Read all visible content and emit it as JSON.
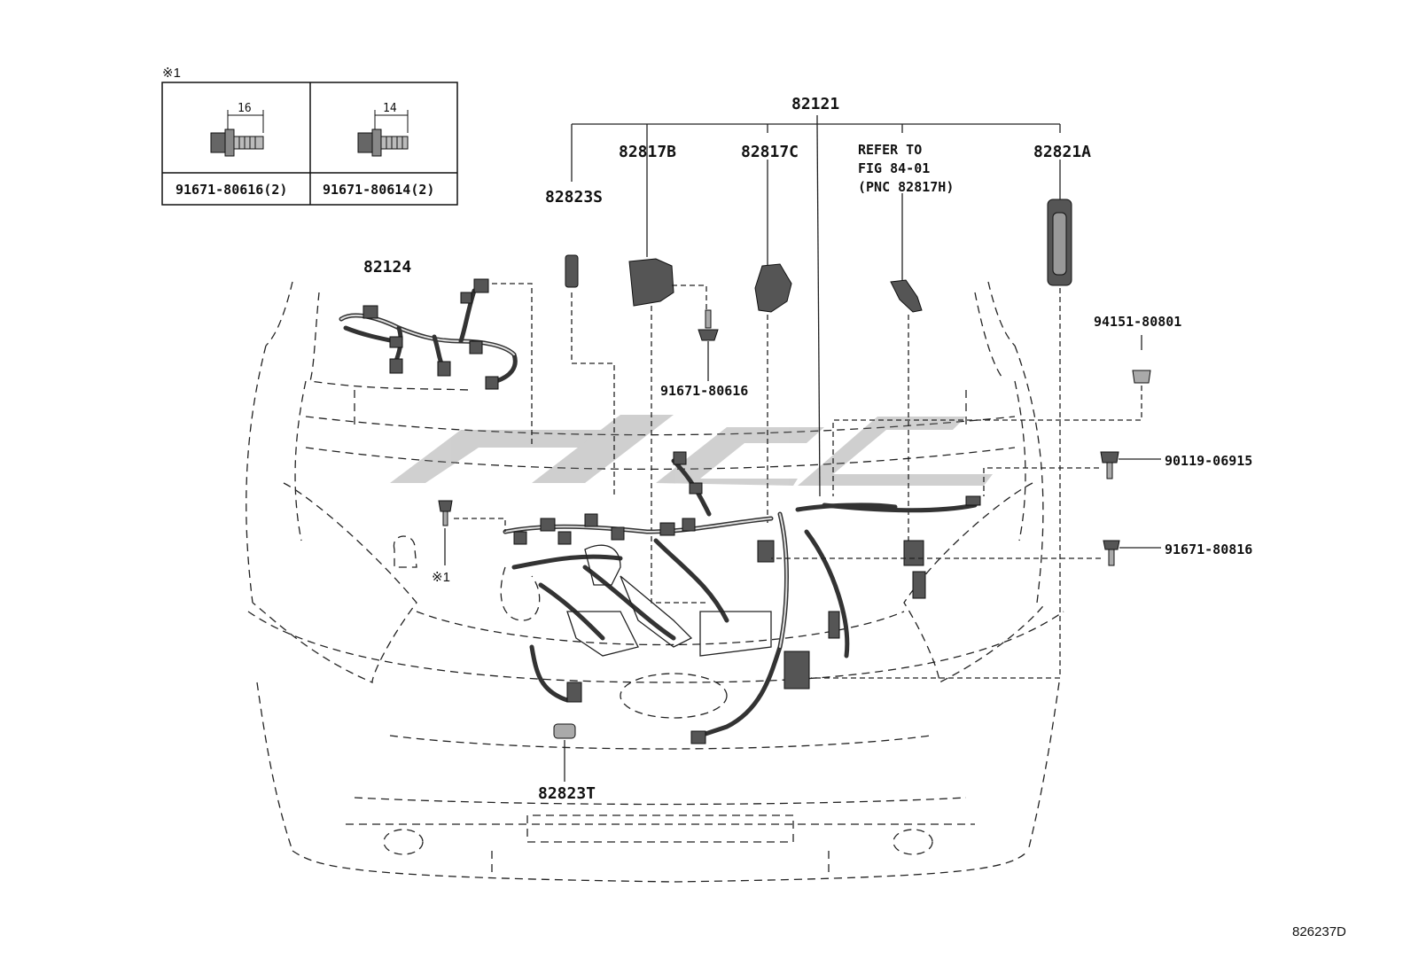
{
  "figure_id": "826237D",
  "inset": {
    "note_mark": "※1",
    "cells": [
      {
        "dimension": "16",
        "part_label": "91671-80616(2)"
      },
      {
        "dimension": "14",
        "part_label": "91671-80614(2)"
      }
    ]
  },
  "callouts": {
    "main_harness": "82121",
    "sub_harness": "82124",
    "p82817B": "82817B",
    "p82817C": "82817C",
    "p82823S": "82823S",
    "p82821A": "82821A",
    "p82823T": "82823T",
    "bolt_91671_80616": "91671-80616",
    "nut_94151_80801": "94151-80801",
    "bolt_90119_06915": "90119-06915",
    "bolt_91671_80816": "91671-80816",
    "note_mark_body": "※1"
  },
  "refer_note": {
    "line1": "REFER TO",
    "line2": "FIG 84-01",
    "line3": "(PNC 82817H)"
  }
}
